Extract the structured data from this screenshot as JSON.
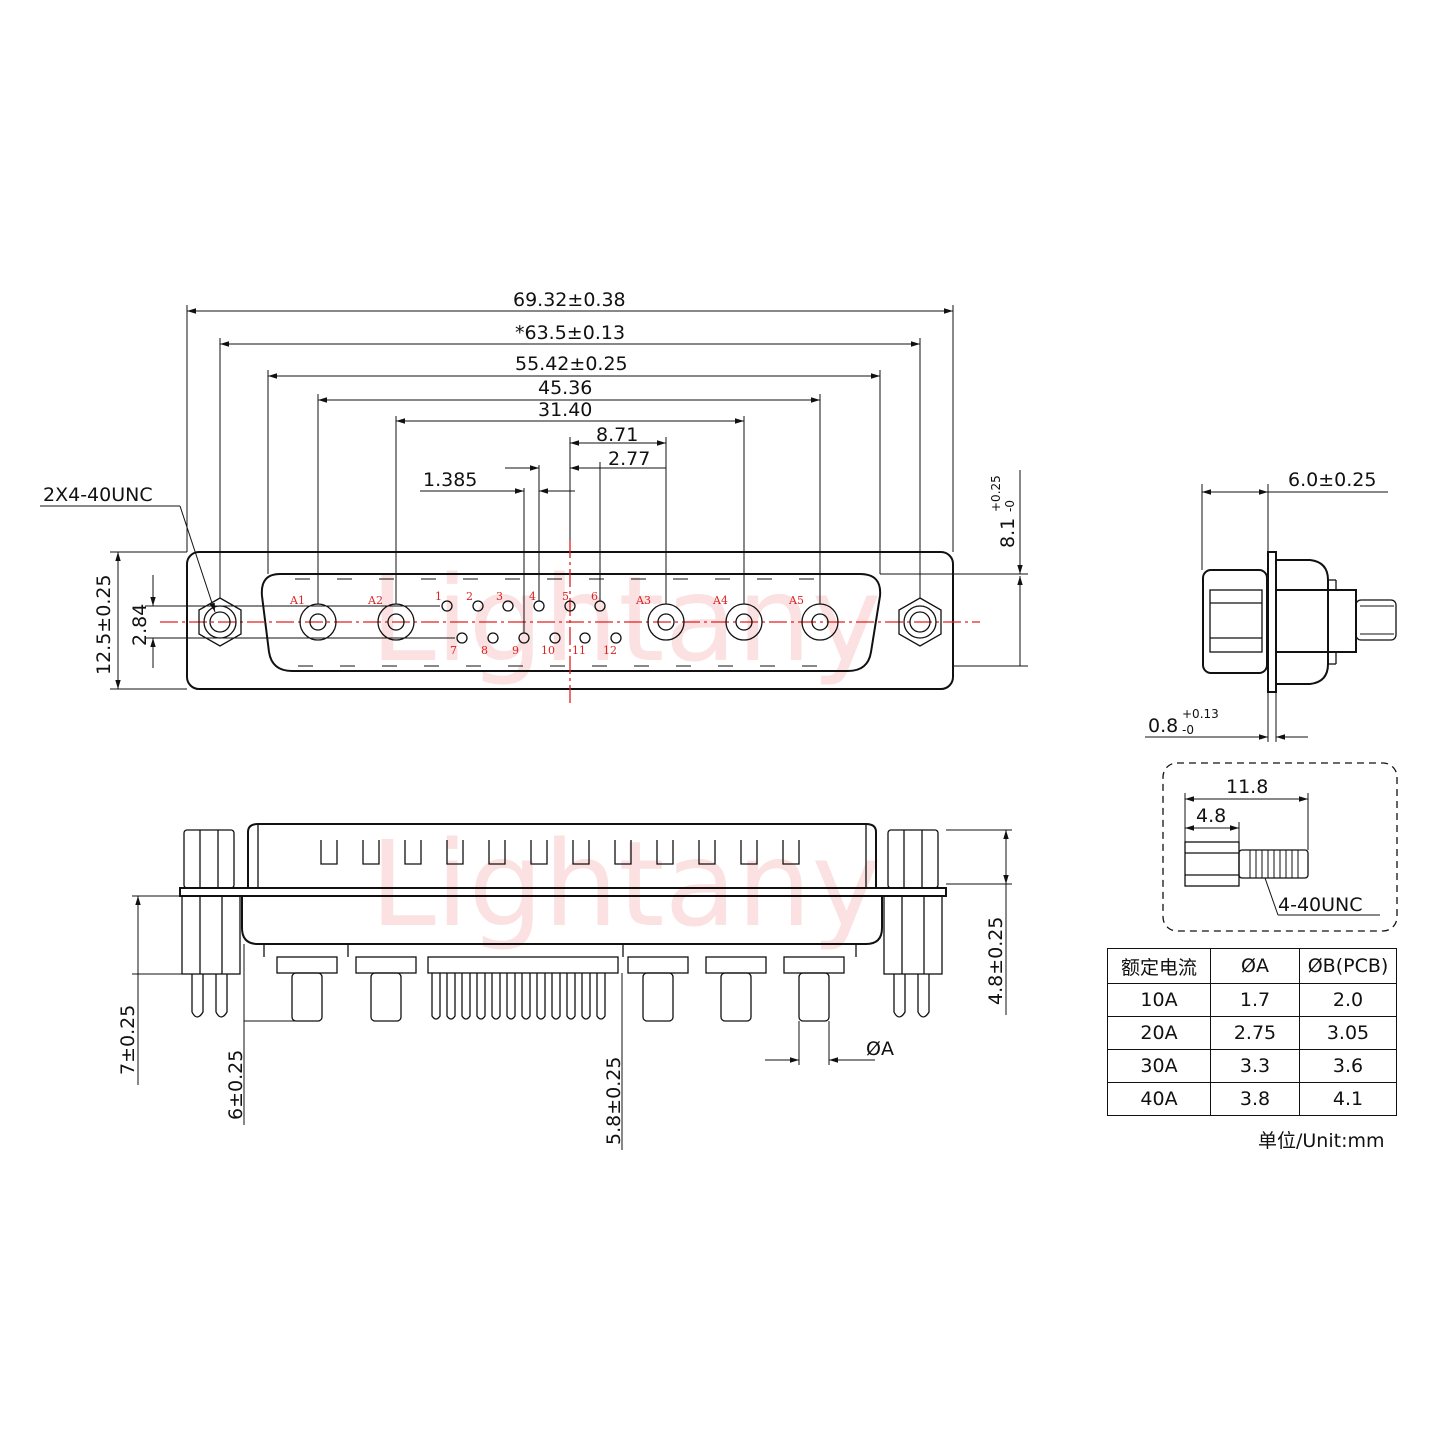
{
  "watermark": "Lightany",
  "front_view": {
    "dims": {
      "overall_width": "69.32±0.38",
      "mounting_hole_spacing": "*63.5±0.13",
      "shell_width": "55.42±0.25",
      "a1_to_a5": "45.36",
      "a2_to_a4": "31.40",
      "center_to_a3": "8.71",
      "center_to_pin6": "2.77",
      "pin_pitch": "1.385",
      "thread_note": "2X4-40UNC",
      "flange_height": "12.5±0.25",
      "row_spacing": "2.84",
      "shell_height": "8.1",
      "shell_height_tol_plus": "+0.25",
      "shell_height_tol_minus": "-0"
    },
    "power_contacts": [
      "A1",
      "A2",
      "A3",
      "A4",
      "A5"
    ],
    "signal_row_top": [
      "1",
      "2",
      "3",
      "4",
      "5",
      "6"
    ],
    "signal_row_bottom": [
      "7",
      "8",
      "9",
      "10",
      "11",
      "12"
    ]
  },
  "side_view": {
    "depth": "6.0±0.25",
    "flange_thickness": "0.8",
    "flange_tol_plus": "+0.13",
    "flange_tol_minus": "-0"
  },
  "screw_detail": {
    "length": "11.8",
    "head_length": "4.8",
    "thread": "4-40UNC"
  },
  "bottom_view": {
    "board_lock_length": "7±0.25",
    "power_pin_length": "6±0.25",
    "signal_pin_length": "5.8±0.25",
    "shell_height": "4.8±0.25",
    "pin_diameter": "ØA"
  },
  "table": {
    "headers": [
      "额定电流",
      "ØA",
      "ØB(PCB)"
    ],
    "rows": [
      [
        "10A",
        "1.7",
        "2.0"
      ],
      [
        "20A",
        "2.75",
        "3.05"
      ],
      [
        "30A",
        "3.3",
        "3.6"
      ],
      [
        "40A",
        "3.8",
        "4.1"
      ]
    ]
  },
  "unit_note": "单位/Unit:mm"
}
